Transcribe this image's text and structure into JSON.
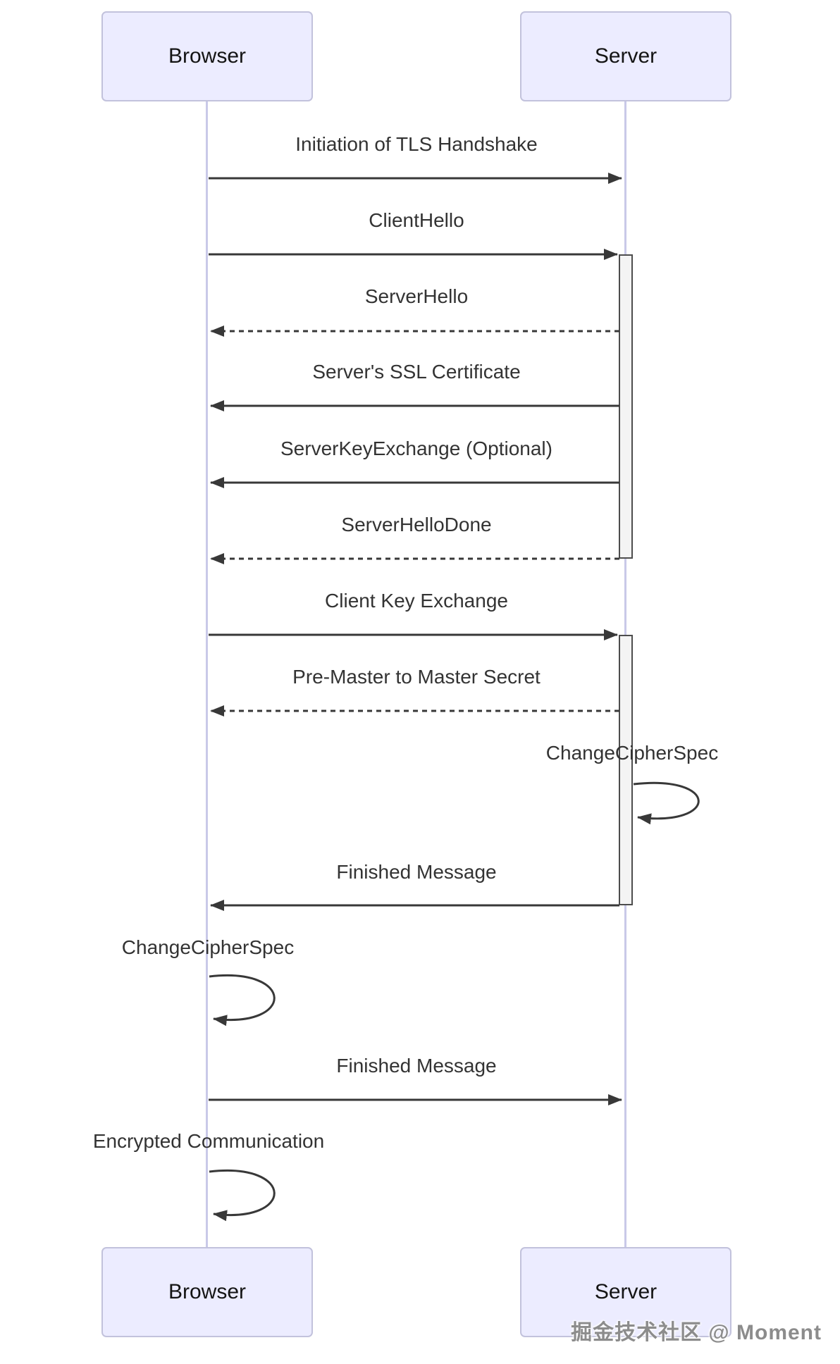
{
  "diagram_type": "sequence-diagram",
  "actors": [
    {
      "label": "Browser"
    },
    {
      "label": "Server"
    }
  ],
  "messages": [
    {
      "label": "Initiation of TLS Handshake",
      "from": "Browser",
      "to": "Server",
      "style": "solid"
    },
    {
      "label": "ClientHello",
      "from": "Browser",
      "to": "Server",
      "style": "solid"
    },
    {
      "label": "ServerHello",
      "from": "Server",
      "to": "Browser",
      "style": "dashed"
    },
    {
      "label": "Server's SSL Certificate",
      "from": "Server",
      "to": "Browser",
      "style": "solid"
    },
    {
      "label": "ServerKeyExchange (Optional)",
      "from": "Server",
      "to": "Browser",
      "style": "solid"
    },
    {
      "label": "ServerHelloDone",
      "from": "Server",
      "to": "Browser",
      "style": "dashed"
    },
    {
      "label": "Client Key Exchange",
      "from": "Browser",
      "to": "Server",
      "style": "solid"
    },
    {
      "label": "Pre-Master to Master Secret",
      "from": "Server",
      "to": "Browser",
      "style": "dashed"
    },
    {
      "label": "ChangeCipherSpec",
      "from": "Server",
      "to": "Server",
      "style": "self"
    },
    {
      "label": "Finished Message",
      "from": "Server",
      "to": "Browser",
      "style": "solid"
    },
    {
      "label": "ChangeCipherSpec",
      "from": "Browser",
      "to": "Browser",
      "style": "self"
    },
    {
      "label": "Finished Message",
      "from": "Browser",
      "to": "Server",
      "style": "solid"
    },
    {
      "label": "Encrypted Communication",
      "from": "Browser",
      "to": "Browser",
      "style": "self"
    }
  ],
  "watermark": "掘金技术社区 @ Moment",
  "colors": {
    "background": "#FFFFFF",
    "actor_box_fill": "#ECECFF",
    "actor_box_border": "#C2C2DC",
    "lifeline": "#C9C9E8",
    "arrow": "#383838",
    "text": "#333333",
    "activation_fill": "#F4F4F4",
    "activation_border": "#4D4D4D",
    "watermark_text": "#8C8C8C"
  }
}
